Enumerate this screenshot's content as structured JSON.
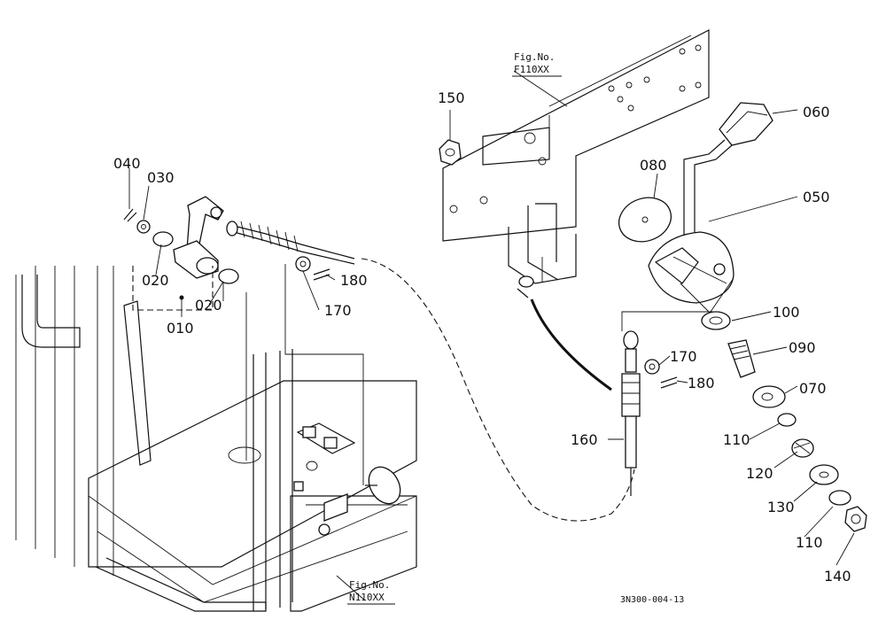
{
  "figure_refs": {
    "upper": {
      "line1": "Fig.No.",
      "line2": "F110XX"
    },
    "lower": {
      "line1": "Fig.No.",
      "line2": "N110XX"
    }
  },
  "code": "3N300-004-13",
  "labels": {
    "p010": "010",
    "p020a": "020",
    "p020b": "020",
    "p030": "030",
    "p040": "040",
    "p050": "050",
    "p060": "060",
    "p070": "070",
    "p080": "080",
    "p090": "090",
    "p100": "100",
    "p110a": "110",
    "p110b": "110",
    "p120": "120",
    "p130": "130",
    "p140": "140",
    "p150": "150",
    "p160": "160",
    "p170a": "170",
    "p170b": "170",
    "p180a": "180",
    "p180b": "180"
  }
}
